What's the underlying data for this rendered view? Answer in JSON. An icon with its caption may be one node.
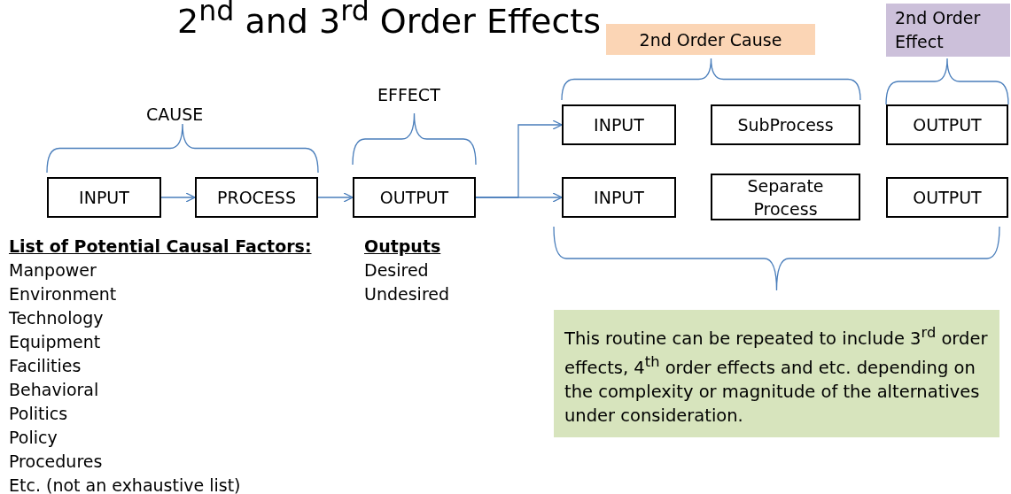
{
  "diagram": {
    "title": "2$^{nd}$ and 3$^{rd}$ Order Effects",
    "nodes": [
      {
        "text": [
          "INPUT"
        ]
      },
      {
        "text": [
          "PROCESS"
        ]
      },
      {
        "text": [
          "OUTPUT"
        ]
      },
      {
        "text": [
          "INPUT"
        ]
      },
      {
        "text": [
          "SubProcess"
        ]
      },
      {
        "text": [
          "OUTPUT"
        ]
      },
      {
        "text": [
          "INPUT"
        ]
      },
      {
        "text": [
          "Separate Process"
        ]
      },
      {
        "text": [
          "OUTPUT"
        ]
      },
      {
        "text": [
          "2nd Order Cause"
        ]
      },
      {
        "text": [
          "2nd Order Effect"
        ]
      },
      {
        "text": [
          "This routine can be repeated to include 3$^{rd}$ order effects, 4$^{th}$ order effects and etc. depending on the complexity or magnitude of the alternatives under consideration."
        ]
      }
    ],
    "edges": [
      {
        "from": 0,
        "to": 1,
        "arrow": "to"
      },
      {
        "from": 1,
        "to": 2,
        "arrow": "to"
      },
      {
        "from": 2,
        "to": 3,
        "arrow": "to"
      },
      {
        "from": 2,
        "to": 6,
        "arrow": "to"
      }
    ],
    "labels": [
      "CAUSE",
      "EFFECT",
      "List of Potential Causal Factors:",
      "Manpower",
      "Environment",
      "Technology",
      "Equipment",
      "Facilities",
      "Behavioral",
      "Politics",
      "Policy",
      "Procedures",
      "Etc. (not an exhaustive list)",
      "Outputs",
      "Desired",
      "Undesired"
    ]
  }
}
